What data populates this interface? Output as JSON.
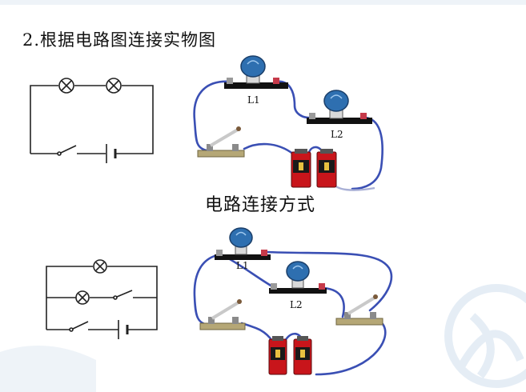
{
  "page": {
    "title": "2.根据电路图连接实物图",
    "caption": "电路连接方式"
  },
  "series_circuit": {
    "bulb_labels": [
      "L1",
      "L2"
    ]
  },
  "parallel_circuit": {
    "bulb_labels": [
      "L1",
      "L2"
    ]
  },
  "colors": {
    "background": "#ffffff",
    "watermark": "#dfeaf4",
    "schematic_line": "#222222",
    "wire": "#3a4fb4",
    "bulb_glass": "#2e6fb0",
    "base_board": "#111111",
    "battery_red": "#c8151b"
  }
}
